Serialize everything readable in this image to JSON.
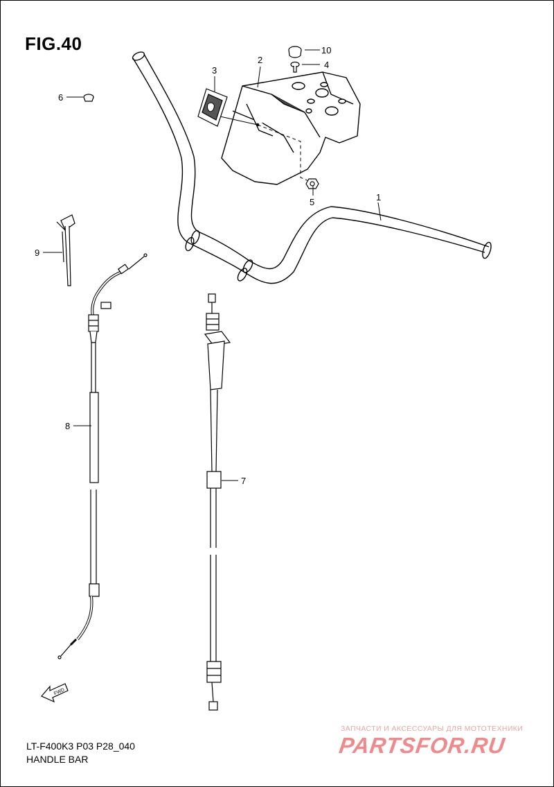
{
  "figure": {
    "title": "FIG.40"
  },
  "footer": {
    "code": "LT-F400K3 P03 P28_040",
    "subtitle": "HANDLE BAR"
  },
  "watermark": {
    "tagline": "ЗАПЧАСТИ И АКСЕССУАРЫ ДЛЯ МОТОТЕХНИКИ",
    "brand": "PARTSFOR.RU"
  },
  "arrow": {
    "label": "FWD"
  },
  "callouts": {
    "c1": "1",
    "c2": "2",
    "c3": "3",
    "c4": "4",
    "c5": "5",
    "c6": "6",
    "c7": "7",
    "c8": "8",
    "c9": "9",
    "c10": "10"
  },
  "colors": {
    "line": "#000000",
    "watermark": "#ee8a8a"
  }
}
